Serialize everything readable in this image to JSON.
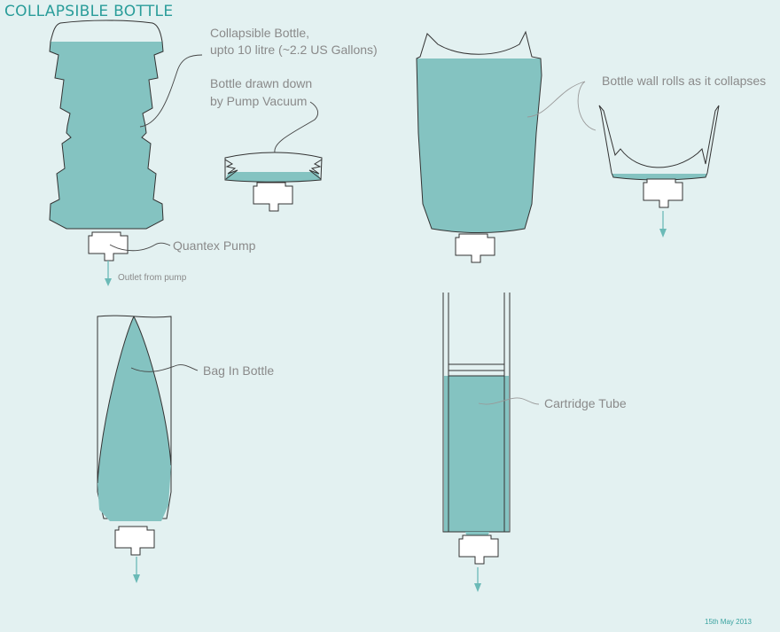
{
  "title": "COLLAPSIBLE BOTTLE",
  "labels": {
    "collapsible_line1": "Collapsible Bottle,",
    "collapsible_line2": "upto 10 litre (~2.2 US Gallons)",
    "drawn_line1": "Bottle drawn down",
    "drawn_line2": "by Pump Vacuum",
    "pump": "Quantex Pump",
    "outlet": "Outlet from pump",
    "wall_rolls": "Bottle wall rolls as it collapses",
    "bag": "Bag In Bottle",
    "cartridge": "Cartridge Tube"
  },
  "date": "15th May 2013",
  "colors": {
    "background": "#e3f1f1",
    "liquid": "#84c3c1",
    "accent": "#2a9d9a"
  }
}
